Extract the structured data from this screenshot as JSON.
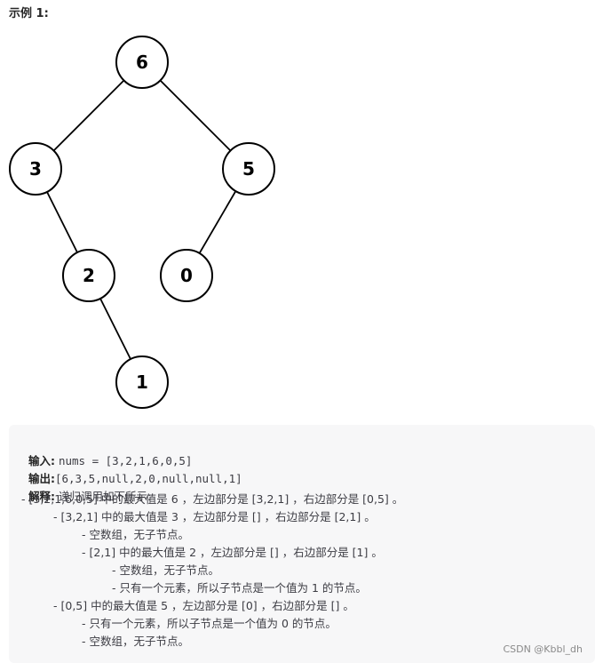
{
  "heading": "示例 1:",
  "tree": {
    "nodes": {
      "n6": "6",
      "n3": "3",
      "n5": "5",
      "n2": "2",
      "n0": "0",
      "n1": "1"
    }
  },
  "example": {
    "input_label": "输入:",
    "input_value": "nums = [3,2,1,6,0,5]",
    "output_label": "输出:",
    "output_value": "[6,3,5,null,2,0,null,null,1]",
    "explain_label": "解释:",
    "explain_text": "递归调用如下所示:",
    "lines": [
      "- [3,2,1,6,0,5] 中的最大值是 6 ，左边部分是 [3,2,1] ，右边部分是 [0,5] 。",
      "- [3,2,1] 中的最大值是 3 ，左边部分是 [] ，右边部分是 [2,1] 。",
      "- 空数组，无子节点。",
      "- [2,1] 中的最大值是 2 ，左边部分是 [] ，右边部分是 [1] 。",
      "- 空数组，无子节点。",
      "- 只有一个元素，所以子节点是一个值为 1 的节点。",
      "- [0,5] 中的最大值是 5 ，左边部分是 [0] ，右边部分是 [] 。",
      "- 只有一个元素，所以子节点是一个值为 0 的节点。",
      "- 空数组，无子节点。"
    ]
  },
  "watermark": "CSDN @Kbbl_dh"
}
